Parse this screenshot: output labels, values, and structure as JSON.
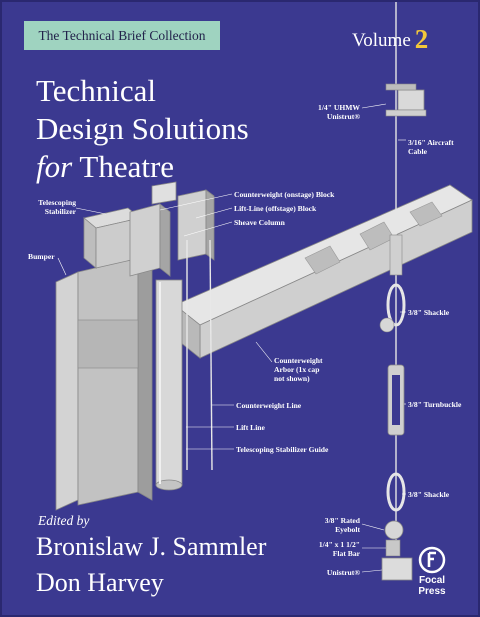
{
  "series": "The Technical Brief Collection",
  "volume": {
    "label": "Volume",
    "number": "2"
  },
  "title": {
    "line1": "Technical",
    "line2": "Design Solutions",
    "line3_italic": "for",
    "line3_rest": "Theatre"
  },
  "edited_by": "Edited by",
  "editors": [
    "Bronislaw J. Sammler",
    "Don Harvey"
  ],
  "publisher": {
    "name_line1": "Focal",
    "name_line2": "Press"
  },
  "colors": {
    "background": "#3b3990",
    "band": "#9fd3c0",
    "volume_number": "#f3c73a"
  },
  "labels": {
    "telescoping_stabilizer_1": "Telescoping",
    "telescoping_stabilizer_2": "Stabilizer",
    "bumper": "Bumper",
    "counterweight_block": "Counterweight (onstage) Block",
    "lift_line_block": "Lift-Line (offstage) Block",
    "sheave_column": "Sheave Column",
    "counterweight_arbor_1": "Counterweight",
    "counterweight_arbor_2": "Arbor (1x cap",
    "counterweight_arbor_3": "not shown)",
    "counterweight_line": "Counterweight Line",
    "lift_line": "Lift Line",
    "telescoping_guide": "Telescoping Stabilizer Guide",
    "uhmw_1": "1/4\" UHMW",
    "uhmw_2": "Unistrut®",
    "aircraft_cable_1": "3/16\" Aircraft",
    "aircraft_cable_2": "Cable",
    "shackle_1": "3/8\" Shackle",
    "turnbuckle": "3/8\" Turnbuckle",
    "shackle_2": "3/8\" Shackle",
    "eyebolt_1": "3/8\" Rated",
    "eyebolt_2": "Eyebolt",
    "flat_bar_1": "1/4\" x 1 1/2\"",
    "flat_bar_2": "Flat Bar",
    "unistrut_bottom": "Unistrut®"
  }
}
